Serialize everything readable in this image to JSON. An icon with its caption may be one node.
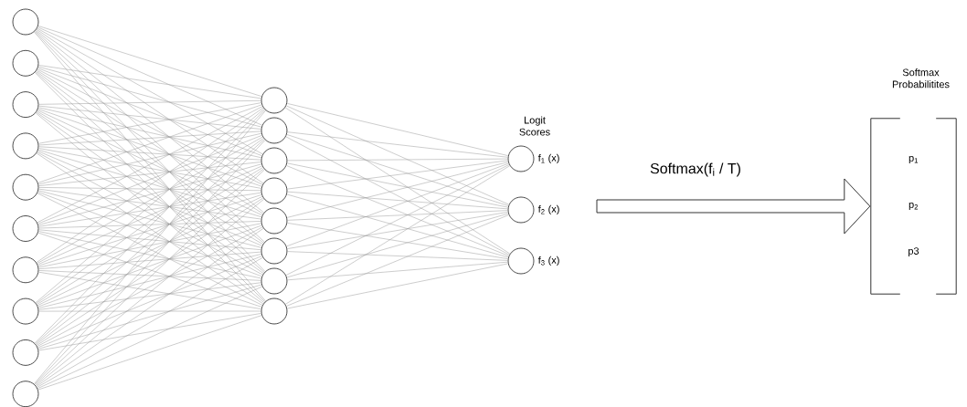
{
  "diagram": {
    "nodes": [
      {
        "text": [],
        "shape": "circle"
      },
      {
        "text": [],
        "shape": "circle"
      },
      {
        "text": [],
        "shape": "circle"
      },
      {
        "text": [],
        "shape": "circle"
      },
      {
        "text": [],
        "shape": "circle"
      },
      {
        "text": [],
        "shape": "circle"
      },
      {
        "text": [],
        "shape": "circle"
      },
      {
        "text": [],
        "shape": "circle"
      },
      {
        "text": [],
        "shape": "circle"
      },
      {
        "text": [],
        "shape": "circle"
      },
      {
        "text": [],
        "shape": "circle"
      },
      {
        "text": [],
        "shape": "circle"
      },
      {
        "text": [],
        "shape": "circle"
      },
      {
        "text": [],
        "shape": "circle"
      },
      {
        "text": [],
        "shape": "circle"
      },
      {
        "text": [],
        "shape": "circle"
      },
      {
        "text": [],
        "shape": "circle"
      },
      {
        "text": [],
        "shape": "circle"
      },
      {
        "text": [],
        "shape": "circle",
        "beside": [
          "f$_{1}$ (x)"
        ]
      },
      {
        "text": [],
        "shape": "circle",
        "beside": [
          "f$_{2}$ (x)"
        ]
      },
      {
        "text": [],
        "shape": "circle",
        "beside": [
          "f$_{3}$ (x)"
        ]
      },
      {
        "text": [
          "Softmax Probabilitites",
          "p$_{1}$",
          "p$_{2}$",
          "p3"
        ]
      }
    ],
    "edges": [
      {
        "from": 0,
        "to": 10,
        "arrow": "none"
      },
      {
        "from": 0,
        "to": 11,
        "arrow": "none"
      },
      {
        "from": 0,
        "to": 12,
        "arrow": "none"
      },
      {
        "from": 0,
        "to": 13,
        "arrow": "none"
      },
      {
        "from": 0,
        "to": 14,
        "arrow": "none"
      },
      {
        "from": 0,
        "to": 15,
        "arrow": "none"
      },
      {
        "from": 0,
        "to": 16,
        "arrow": "none"
      },
      {
        "from": 0,
        "to": 17,
        "arrow": "none"
      },
      {
        "from": 1,
        "to": 10,
        "arrow": "none"
      },
      {
        "from": 1,
        "to": 11,
        "arrow": "none"
      },
      {
        "from": 1,
        "to": 12,
        "arrow": "none"
      },
      {
        "from": 1,
        "to": 13,
        "arrow": "none"
      },
      {
        "from": 1,
        "to": 14,
        "arrow": "none"
      },
      {
        "from": 1,
        "to": 15,
        "arrow": "none"
      },
      {
        "from": 1,
        "to": 16,
        "arrow": "none"
      },
      {
        "from": 1,
        "to": 17,
        "arrow": "none"
      },
      {
        "from": 2,
        "to": 10,
        "arrow": "none"
      },
      {
        "from": 2,
        "to": 11,
        "arrow": "none"
      },
      {
        "from": 2,
        "to": 12,
        "arrow": "none"
      },
      {
        "from": 2,
        "to": 13,
        "arrow": "none"
      },
      {
        "from": 2,
        "to": 14,
        "arrow": "none"
      },
      {
        "from": 2,
        "to": 15,
        "arrow": "none"
      },
      {
        "from": 2,
        "to": 16,
        "arrow": "none"
      },
      {
        "from": 2,
        "to": 17,
        "arrow": "none"
      },
      {
        "from": 3,
        "to": 10,
        "arrow": "none"
      },
      {
        "from": 3,
        "to": 11,
        "arrow": "none"
      },
      {
        "from": 3,
        "to": 12,
        "arrow": "none"
      },
      {
        "from": 3,
        "to": 13,
        "arrow": "none"
      },
      {
        "from": 3,
        "to": 14,
        "arrow": "none"
      },
      {
        "from": 3,
        "to": 15,
        "arrow": "none"
      },
      {
        "from": 3,
        "to": 16,
        "arrow": "none"
      },
      {
        "from": 3,
        "to": 17,
        "arrow": "none"
      },
      {
        "from": 4,
        "to": 10,
        "arrow": "none"
      },
      {
        "from": 4,
        "to": 11,
        "arrow": "none"
      },
      {
        "from": 4,
        "to": 12,
        "arrow": "none"
      },
      {
        "from": 4,
        "to": 13,
        "arrow": "none"
      },
      {
        "from": 4,
        "to": 14,
        "arrow": "none"
      },
      {
        "from": 4,
        "to": 15,
        "arrow": "none"
      },
      {
        "from": 4,
        "to": 16,
        "arrow": "none"
      },
      {
        "from": 4,
        "to": 17,
        "arrow": "none"
      },
      {
        "from": 5,
        "to": 10,
        "arrow": "none"
      },
      {
        "from": 5,
        "to": 11,
        "arrow": "none"
      },
      {
        "from": 5,
        "to": 12,
        "arrow": "none"
      },
      {
        "from": 5,
        "to": 13,
        "arrow": "none"
      },
      {
        "from": 5,
        "to": 14,
        "arrow": "none"
      },
      {
        "from": 5,
        "to": 15,
        "arrow": "none"
      },
      {
        "from": 5,
        "to": 16,
        "arrow": "none"
      },
      {
        "from": 5,
        "to": 17,
        "arrow": "none"
      },
      {
        "from": 6,
        "to": 10,
        "arrow": "none"
      },
      {
        "from": 6,
        "to": 11,
        "arrow": "none"
      },
      {
        "from": 6,
        "to": 12,
        "arrow": "none"
      },
      {
        "from": 6,
        "to": 13,
        "arrow": "none"
      },
      {
        "from": 6,
        "to": 14,
        "arrow": "none"
      },
      {
        "from": 6,
        "to": 15,
        "arrow": "none"
      },
      {
        "from": 6,
        "to": 16,
        "arrow": "none"
      },
      {
        "from": 6,
        "to": 17,
        "arrow": "none"
      },
      {
        "from": 7,
        "to": 10,
        "arrow": "none"
      },
      {
        "from": 7,
        "to": 11,
        "arrow": "none"
      },
      {
        "from": 7,
        "to": 12,
        "arrow": "none"
      },
      {
        "from": 7,
        "to": 13,
        "arrow": "none"
      },
      {
        "from": 7,
        "to": 14,
        "arrow": "none"
      },
      {
        "from": 7,
        "to": 15,
        "arrow": "none"
      },
      {
        "from": 7,
        "to": 16,
        "arrow": "none"
      },
      {
        "from": 7,
        "to": 17,
        "arrow": "none"
      },
      {
        "from": 8,
        "to": 10,
        "arrow": "none"
      },
      {
        "from": 8,
        "to": 11,
        "arrow": "none"
      },
      {
        "from": 8,
        "to": 12,
        "arrow": "none"
      },
      {
        "from": 8,
        "to": 13,
        "arrow": "none"
      },
      {
        "from": 8,
        "to": 14,
        "arrow": "none"
      },
      {
        "from": 8,
        "to": 15,
        "arrow": "none"
      },
      {
        "from": 8,
        "to": 16,
        "arrow": "none"
      },
      {
        "from": 8,
        "to": 17,
        "arrow": "none"
      },
      {
        "from": 9,
        "to": 10,
        "arrow": "none"
      },
      {
        "from": 9,
        "to": 11,
        "arrow": "none"
      },
      {
        "from": 9,
        "to": 12,
        "arrow": "none"
      },
      {
        "from": 9,
        "to": 13,
        "arrow": "none"
      },
      {
        "from": 9,
        "to": 14,
        "arrow": "none"
      },
      {
        "from": 9,
        "to": 15,
        "arrow": "none"
      },
      {
        "from": 9,
        "to": 16,
        "arrow": "none"
      },
      {
        "from": 9,
        "to": 17,
        "arrow": "none"
      },
      {
        "from": 10,
        "to": 18,
        "arrow": "none"
      },
      {
        "from": 10,
        "to": 19,
        "arrow": "none"
      },
      {
        "from": 10,
        "to": 20,
        "arrow": "none"
      },
      {
        "from": 11,
        "to": 18,
        "arrow": "none"
      },
      {
        "from": 11,
        "to": 19,
        "arrow": "none"
      },
      {
        "from": 11,
        "to": 20,
        "arrow": "none"
      },
      {
        "from": 12,
        "to": 18,
        "arrow": "none"
      },
      {
        "from": 12,
        "to": 19,
        "arrow": "none"
      },
      {
        "from": 12,
        "to": 20,
        "arrow": "none"
      },
      {
        "from": 13,
        "to": 18,
        "arrow": "none"
      },
      {
        "from": 13,
        "to": 19,
        "arrow": "none"
      },
      {
        "from": 13,
        "to": 20,
        "arrow": "none"
      },
      {
        "from": 14,
        "to": 18,
        "arrow": "none"
      },
      {
        "from": 14,
        "to": 19,
        "arrow": "none"
      },
      {
        "from": 14,
        "to": 20,
        "arrow": "none"
      },
      {
        "from": 15,
        "to": 18,
        "arrow": "none"
      },
      {
        "from": 15,
        "to": 19,
        "arrow": "none"
      },
      {
        "from": 15,
        "to": 20,
        "arrow": "none"
      },
      {
        "from": 16,
        "to": 18,
        "arrow": "none"
      },
      {
        "from": 16,
        "to": 19,
        "arrow": "none"
      },
      {
        "from": 16,
        "to": 20,
        "arrow": "none"
      },
      {
        "from": 17,
        "to": 18,
        "arrow": "none"
      },
      {
        "from": 17,
        "to": 19,
        "arrow": "none"
      },
      {
        "from": 17,
        "to": 20,
        "arrow": "none"
      },
      {
        "from": null,
        "to": 21,
        "arrow": "to",
        "label": "Softmax(f$_{i}$ / T)"
      }
    ],
    "labels": [
      "Logit Scores"
    ]
  }
}
